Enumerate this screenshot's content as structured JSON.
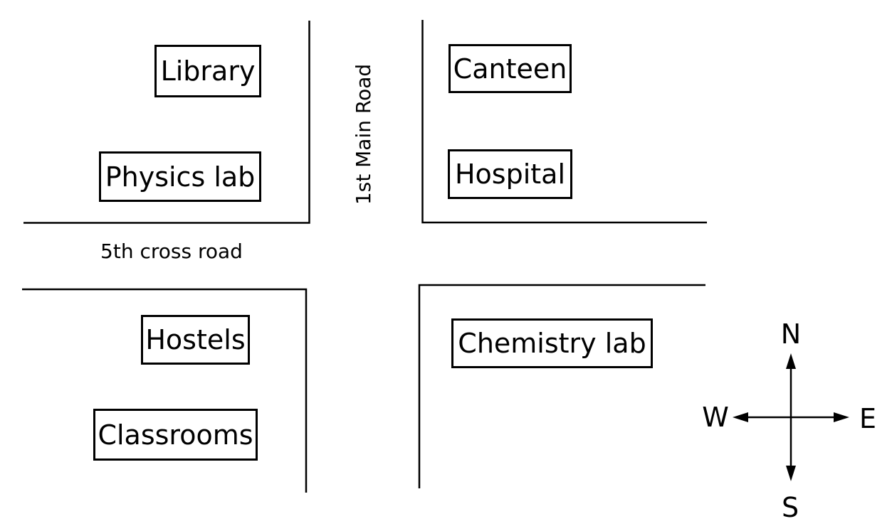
{
  "buildings": [
    {
      "id": "library",
      "label": "Library"
    },
    {
      "id": "physics-lab",
      "label": "Physics lab"
    },
    {
      "id": "canteen",
      "label": "Canteen"
    },
    {
      "id": "hospital",
      "label": "Hospital"
    },
    {
      "id": "hostels",
      "label": "Hostels"
    },
    {
      "id": "classrooms",
      "label": "Classrooms"
    },
    {
      "id": "chemistry-lab",
      "label": "Chemistry lab"
    }
  ],
  "roads": [
    {
      "id": "main-road",
      "label": "1st Main Road",
      "orientation": "vertical"
    },
    {
      "id": "cross-road",
      "label": "5th cross road",
      "orientation": "horizontal"
    }
  ],
  "compass": {
    "north": "N",
    "south": "S",
    "east": "E",
    "west": "W"
  },
  "colors": {
    "ink": "#000000",
    "background": "#ffffff"
  }
}
